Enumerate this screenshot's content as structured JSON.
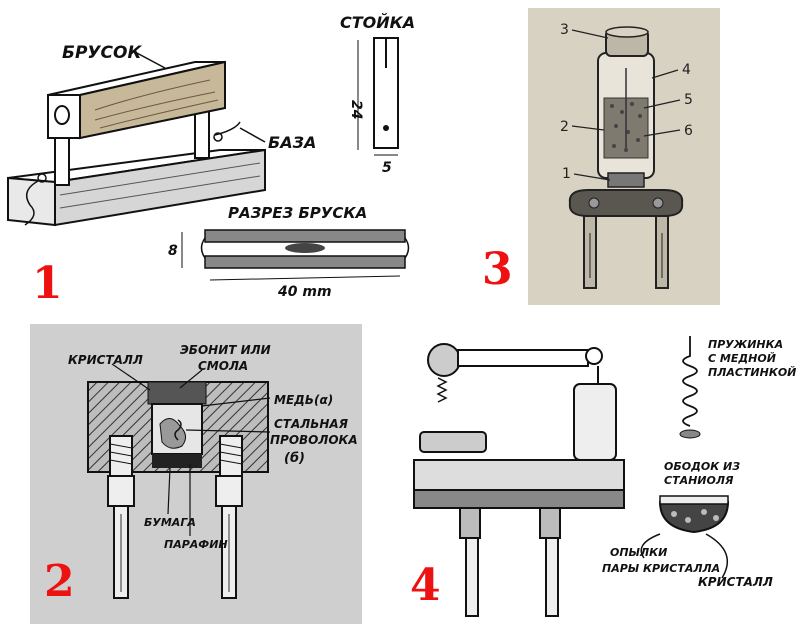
{
  "panels": [
    {
      "number": "1",
      "labels": {
        "brusok": "БРУСОК",
        "baza": "БАЗА",
        "stoyka": "СТОЙКА",
        "razrez": "РАЗРЕЗ БРУСКА",
        "dim_24": "24",
        "dim_5": "5",
        "dim_8": "8",
        "dim_40": "40 mm"
      }
    },
    {
      "number": "2",
      "labels": {
        "kristall": "КРИСТАЛЛ",
        "ebonit": "ЭБОНИТ ИЛИ",
        "smola": "СМОЛА",
        "med": "МЕДЬ(α)",
        "stalnaya": "СТАЛЬНАЯ",
        "provoloka": "ПРОВОЛОКА",
        "b": "(б)",
        "bumaga": "БУМАГА",
        "parafin": "ПАРАФИН"
      }
    },
    {
      "number": "3",
      "callouts": [
        "1",
        "2",
        "3",
        "4",
        "5",
        "6"
      ]
    },
    {
      "number": "4",
      "labels": {
        "pruzhinka_1": "ПРУЖИНКА",
        "pruzhinka_2": "С МЕДНОЙ",
        "pruzhinka_3": "ПЛАСТИНКОЙ",
        "obodok_1": "ОБОДОК ИЗ",
        "obodok_2": "СТАНИОЛЯ",
        "oplyki_1": "ОПЫЛКИ",
        "oplyki_2": "ПАРЫ КРИСТАЛЛА",
        "kristall": "КРИСТАЛЛ"
      }
    }
  ],
  "colors": {
    "panel3_bg": "#d8d2c2",
    "panel2_bg": "#cfcfcf",
    "number": "#ee1111"
  }
}
